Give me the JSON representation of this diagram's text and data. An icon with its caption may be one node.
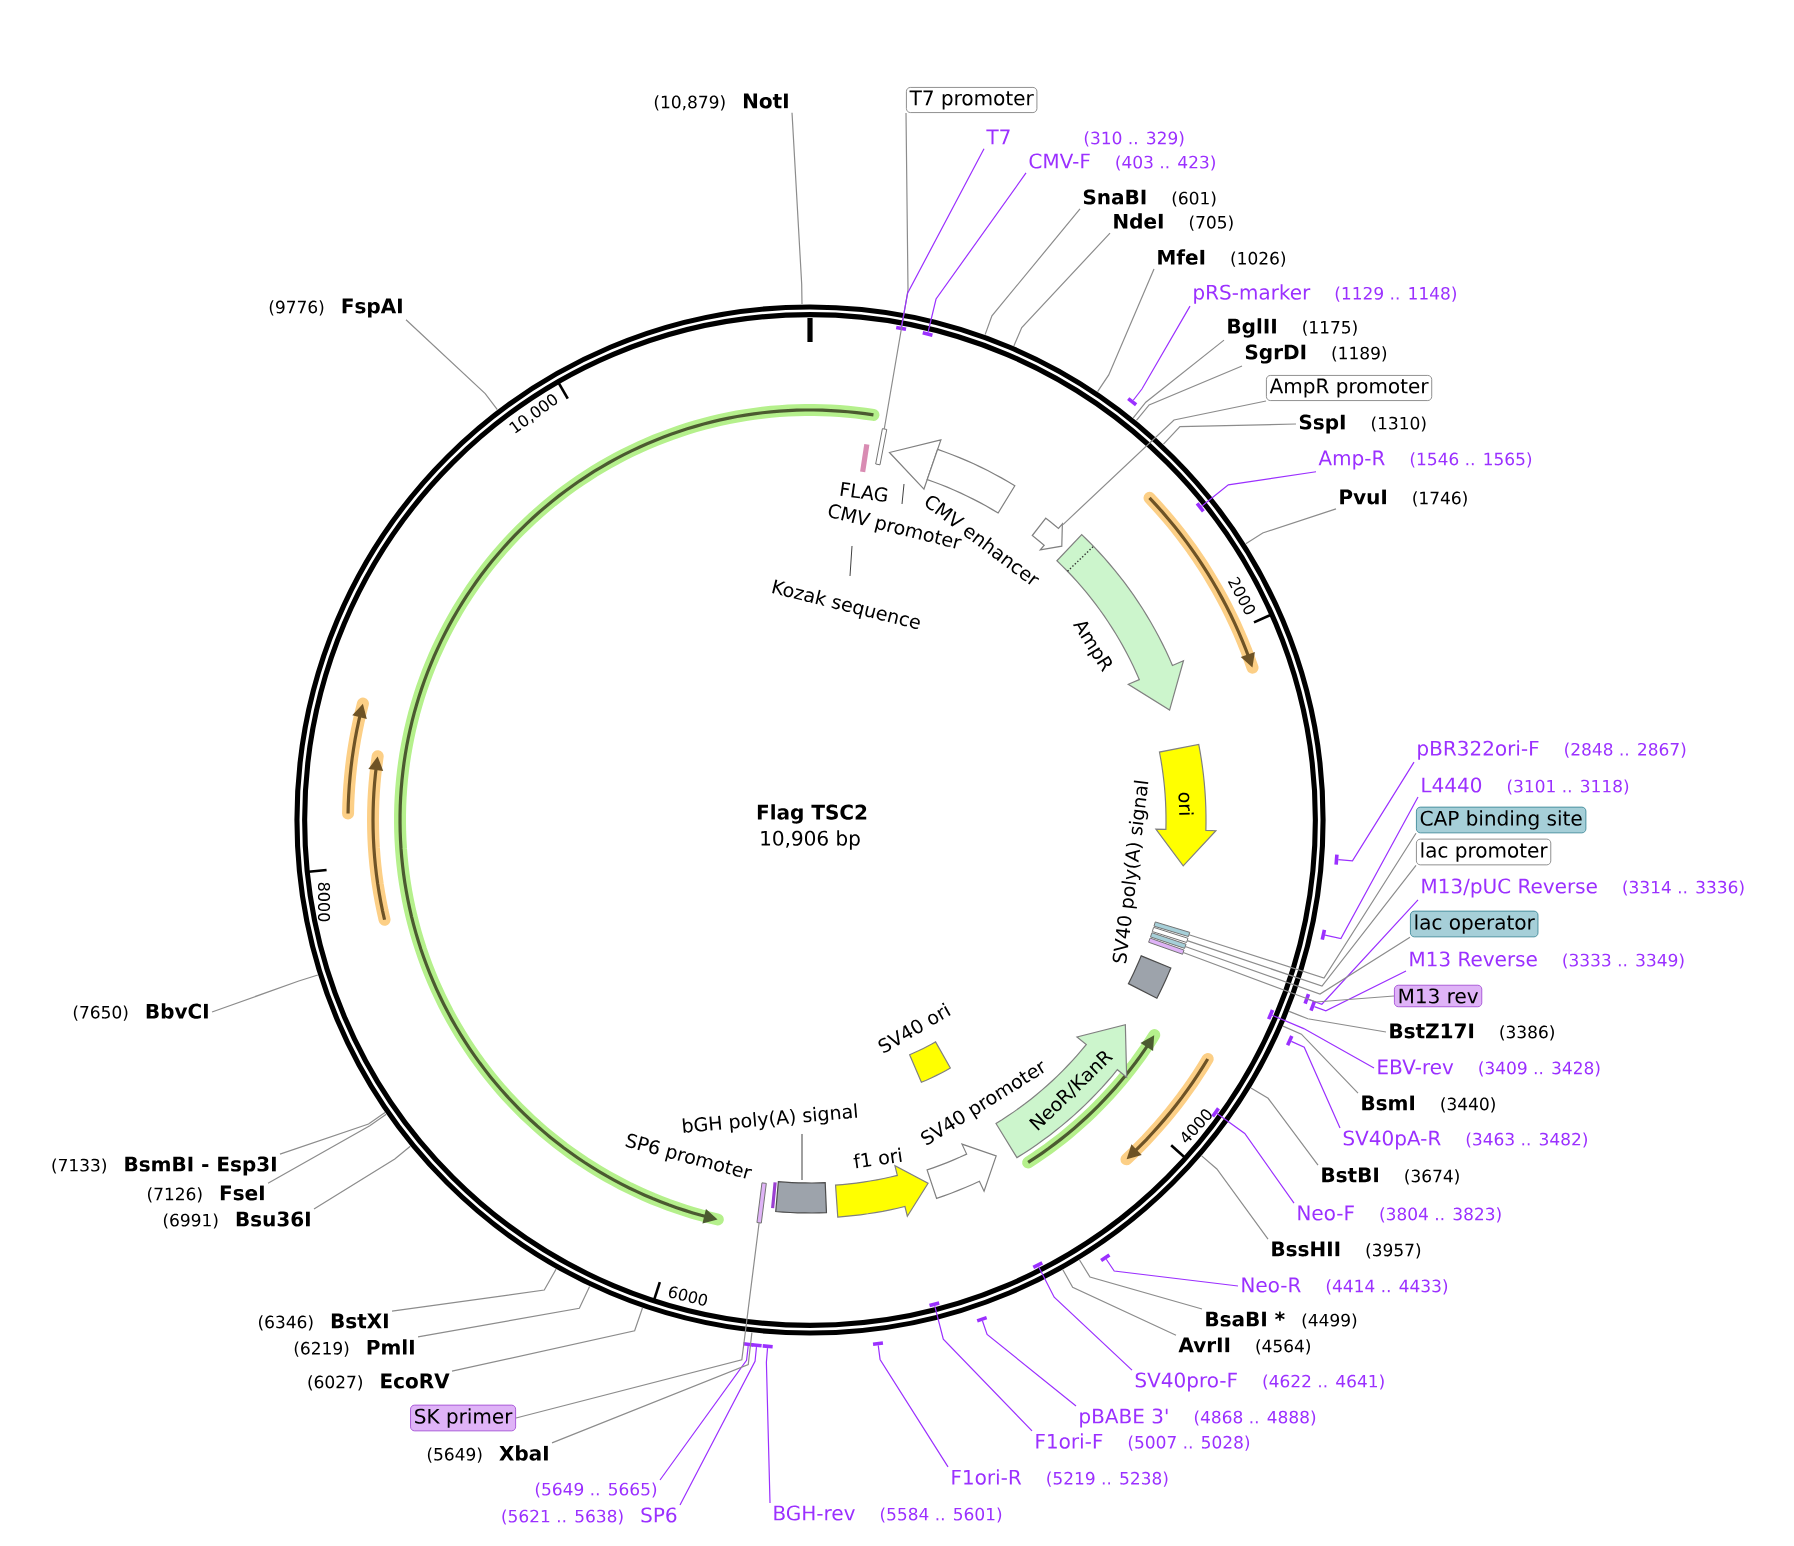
{
  "diagram": {
    "title": "Flag TSC2",
    "nodes": [
      {
        "text": [],
        "shape": "circle"
      },
      {
        "text": [
          "(10,879)",
          "NotI"
        ]
      },
      {
        "text": [
          "T7 promoter"
        ]
      },
      {
        "text": [
          "T7",
          "(310 .. 329)"
        ]
      },
      {
        "text": [
          "CMV-F",
          "(403 .. 423)"
        ]
      },
      {
        "text": [
          "SnaBI",
          "(601)"
        ]
      },
      {
        "text": [
          "NdeI",
          "(705)"
        ]
      },
      {
        "text": [
          "MfeI",
          "(1026)"
        ]
      },
      {
        "text": [
          "(9776)",
          "FspAI"
        ]
      },
      {
        "text": [
          "pRS-marker",
          "(1129 .. 1148)"
        ]
      },
      {
        "text": [
          "BglII",
          "(1175)"
        ]
      },
      {
        "text": [
          "SgrDI",
          "(1189)"
        ]
      },
      {
        "text": [
          "AmpR promoter"
        ]
      },
      {
        "text": [
          "SspI",
          "(1310)"
        ]
      },
      {
        "text": [
          "Amp-R",
          "(1546 .. 1565)"
        ]
      },
      {
        "text": [
          "PvuI",
          "(1746)"
        ]
      },
      {
        "text": [
          "pBR322ori-F",
          "(2848 .. 2867)"
        ]
      },
      {
        "text": [
          "L4440",
          "(3101 .. 3118)"
        ]
      },
      {
        "text": [
          "CAP binding site"
        ]
      },
      {
        "text": [
          "lac promoter"
        ]
      },
      {
        "text": [
          "M13/pUC Reverse",
          "(3314 .. 3336)"
        ]
      },
      {
        "text": [
          "lac operator"
        ]
      },
      {
        "text": [
          "M13 Reverse",
          "(3333 .. 3349)"
        ]
      },
      {
        "text": [
          "M13 rev"
        ]
      },
      {
        "text": [
          "BstZ17I",
          "(3386)"
        ]
      },
      {
        "text": [
          "EBV-rev",
          "(3409 .. 3428)"
        ]
      },
      {
        "text": [
          "BsmI",
          "(3440)"
        ]
      },
      {
        "text": [
          "SV40pA-R",
          "(3463 .. 3482)"
        ]
      },
      {
        "text": [
          "BstBI",
          "(3674)"
        ]
      },
      {
        "text": [
          "Neo-F",
          "(3804 .. 3823)"
        ]
      },
      {
        "text": [
          "BssHII",
          "(3957)"
        ]
      },
      {
        "text": [
          "Neo-R",
          "(4414 .. 4433)"
        ]
      },
      {
        "text": [
          "BsaBI *",
          "(4499)"
        ]
      },
      {
        "text": [
          "AvrII",
          "(4564)"
        ]
      },
      {
        "text": [
          "SV40pro-F",
          "(4622 .. 4641)"
        ]
      },
      {
        "text": [
          "pBABE 3'",
          "(4868 .. 4888)"
        ]
      },
      {
        "text": [
          "F1ori-F",
          "(5007 .. 5028)"
        ]
      },
      {
        "text": [
          "F1ori-R",
          "(5219 .. 5238)"
        ]
      },
      {
        "text": [
          "BGH-rev",
          "(5584 .. 5601)"
        ]
      },
      {
        "text": [
          "(5621 .. 5638)",
          "SP6"
        ]
      },
      {
        "text": [
          "(5649 .. 5665)"
        ]
      },
      {
        "text": [
          "(5649)",
          "XbaI"
        ]
      },
      {
        "text": [
          "SK primer"
        ]
      },
      {
        "text": [
          "(6027)",
          "EcoRV"
        ]
      },
      {
        "text": [
          "(6219)",
          "PmlI"
        ]
      },
      {
        "text": [
          "(6346)",
          "BstXI"
        ]
      },
      {
        "text": [
          "(6991)",
          "Bsu36I"
        ]
      },
      {
        "text": [
          "(7126)",
          "FseI"
        ]
      },
      {
        "text": [
          "(7133)",
          "BsmBI - Esp3I"
        ]
      },
      {
        "text": [
          "(7650)",
          "BbvCI"
        ]
      },
      {
        "text": [
          "FLAG"
        ],
        "in": 0
      },
      {
        "text": [
          "CMV promoter"
        ],
        "in": 0
      },
      {
        "text": [
          "CMV enhancer"
        ],
        "in": 0
      },
      {
        "text": [
          "Kozak sequence"
        ],
        "in": 0
      },
      {
        "text": [],
        "shape": "arrow",
        "in": 0
      },
      {
        "text": [
          "AmpR"
        ],
        "in": 0
      },
      {
        "text": [
          "ori"
        ],
        "in": 0
      },
      {
        "text": [
          "SV40 poly(A) signal"
        ],
        "in": 0
      },
      {
        "text": [
          "SV40 ori"
        ],
        "in": 0
      },
      {
        "text": [
          "NeoR/KanR"
        ],
        "in": 0
      },
      {
        "text": [
          "SV40 promoter"
        ],
        "in": 0
      },
      {
        "text": [
          "f1 ori"
        ],
        "in": 0
      },
      {
        "text": [
          "bGH poly(A) signal"
        ],
        "in": 0
      },
      {
        "text": [
          "SP6 promoter"
        ],
        "in": 0
      },
      {
        "text": [],
        "shape": "bar",
        "in": 0
      },
      {
        "text": [],
        "shape": "bar",
        "in": 0
      },
      {
        "text": [],
        "shape": "bar",
        "in": 0
      },
      {
        "text": [],
        "shape": "bar",
        "in": 0
      },
      {
        "text": [],
        "shape": "bar"
      },
      {
        "text": [],
        "shape": "bar",
        "in": 0
      },
      {
        "text": [],
        "shape": "bar",
        "in": 0
      },
      {
        "text": [],
        "shape": "bar",
        "in": 0
      },
      {
        "text": [],
        "shape": "bar",
        "in": 0
      },
      {
        "text": [],
        "shape": "bar",
        "in": 0
      },
      {
        "text": [],
        "shape": "bar",
        "in": 0
      },
      {
        "text": [],
        "shape": "bar",
        "in": 0
      },
      {
        "text": [],
        "shape": "bar",
        "in": 0
      },
      {
        "text": [],
        "shape": "bar",
        "in": 0
      },
      {
        "text": [],
        "shape": "bar",
        "in": 0
      },
      {
        "text": [],
        "shape": "bar"
      },
      {
        "text": [],
        "shape": "bar"
      },
      {
        "text": [],
        "shape": "bar"
      },
      {
        "text": [],
        "shape": "bar"
      },
      {
        "text": [],
        "shape": "bar",
        "in": 0
      },
      {
        "text": [],
        "shape": "bar",
        "in": 0
      },
      {
        "text": [],
        "shape": "bar",
        "in": 0
      },
      {
        "text": [],
        "shape": "bar",
        "in": 0
      },
      {
        "text": [],
        "shape": "bar",
        "in": 0
      },
      {
        "text": [],
        "shape": "bar",
        "in": 0
      }
    ],
    "edges": [
      {
        "from": 1,
        "to": 0,
        "arrow": "none"
      },
      {
        "from": 2,
        "to": 83,
        "arrow": "none"
      },
      {
        "from": 3,
        "to": 64,
        "arrow": "none",
        "color": "#9b30ff"
      },
      {
        "from": 4,
        "to": 65,
        "arrow": "none",
        "color": "#9b30ff"
      },
      {
        "from": 5,
        "to": 0,
        "arrow": "none"
      },
      {
        "from": 6,
        "to": 0,
        "arrow": "none"
      },
      {
        "from": 7,
        "to": 0,
        "arrow": "none"
      },
      {
        "from": 8,
        "to": 0,
        "arrow": "none"
      },
      {
        "from": 9,
        "to": 66,
        "arrow": "none",
        "color": "#9b30ff"
      },
      {
        "from": 10,
        "to": 0,
        "arrow": "none"
      },
      {
        "from": 11,
        "to": 0,
        "arrow": "none"
      },
      {
        "from": 12,
        "to": 54,
        "arrow": "none"
      },
      {
        "from": 13,
        "to": 0,
        "arrow": "none"
      },
      {
        "from": 14,
        "to": 67,
        "arrow": "none",
        "color": "#9b30ff"
      },
      {
        "from": 15,
        "to": 0,
        "arrow": "none"
      },
      {
        "from": 16,
        "to": 68,
        "arrow": "none",
        "color": "#9b30ff"
      },
      {
        "from": 17,
        "to": 69,
        "arrow": "none",
        "color": "#9b30ff"
      },
      {
        "from": 18,
        "to": 84,
        "arrow": "none"
      },
      {
        "from": 19,
        "to": 85,
        "arrow": "none"
      },
      {
        "from": 20,
        "to": 70,
        "arrow": "none",
        "color": "#9b30ff"
      },
      {
        "from": 21,
        "to": 86,
        "arrow": "none"
      },
      {
        "from": 22,
        "to": 71,
        "arrow": "none",
        "color": "#9b30ff"
      },
      {
        "from": 23,
        "to": 87,
        "arrow": "none"
      },
      {
        "from": 24,
        "to": 0,
        "arrow": "none"
      },
      {
        "from": 25,
        "to": 72,
        "arrow": "none",
        "color": "#9b30ff"
      },
      {
        "from": 26,
        "to": 0,
        "arrow": "none"
      },
      {
        "from": 27,
        "to": 73,
        "arrow": "none",
        "color": "#9b30ff"
      },
      {
        "from": 28,
        "to": 0,
        "arrow": "none"
      },
      {
        "from": 29,
        "to": 74,
        "arrow": "none",
        "color": "#9b30ff"
      },
      {
        "from": 30,
        "to": 0,
        "arrow": "none"
      },
      {
        "from": 31,
        "to": 75,
        "arrow": "none",
        "color": "#9b30ff"
      },
      {
        "from": 32,
        "to": 0,
        "arrow": "none"
      },
      {
        "from": 33,
        "to": 0,
        "arrow": "none"
      },
      {
        "from": 34,
        "to": 76,
        "arrow": "none",
        "color": "#9b30ff"
      },
      {
        "from": 35,
        "to": 77,
        "arrow": "none",
        "color": "#9b30ff"
      },
      {
        "from": 36,
        "to": 78,
        "arrow": "none",
        "color": "#9b30ff"
      },
      {
        "from": 37,
        "to": 79,
        "arrow": "none",
        "color": "#9b30ff"
      },
      {
        "from": 38,
        "to": 80,
        "arrow": "none",
        "color": "#9b30ff"
      },
      {
        "from": 39,
        "to": 81,
        "arrow": "none",
        "color": "#9b30ff"
      },
      {
        "from": 40,
        "to": 82,
        "arrow": "none",
        "color": "#9b30ff"
      },
      {
        "from": 41,
        "to": 0,
        "arrow": "none"
      },
      {
        "from": 42,
        "to": 88,
        "arrow": "none"
      },
      {
        "from": 43,
        "to": 0,
        "arrow": "none"
      },
      {
        "from": 44,
        "to": 0,
        "arrow": "none"
      },
      {
        "from": 45,
        "to": 0,
        "arrow": "none"
      },
      {
        "from": 46,
        "to": 0,
        "arrow": "none"
      },
      {
        "from": 47,
        "to": 0,
        "arrow": "none"
      },
      {
        "from": 48,
        "to": 0,
        "arrow": "none"
      },
      {
        "from": 49,
        "to": 0,
        "arrow": "none"
      }
    ],
    "labels": [
      "10,000",
      "2000",
      "10,906 bp",
      "8000",
      "4000",
      "6000"
    ]
  }
}
